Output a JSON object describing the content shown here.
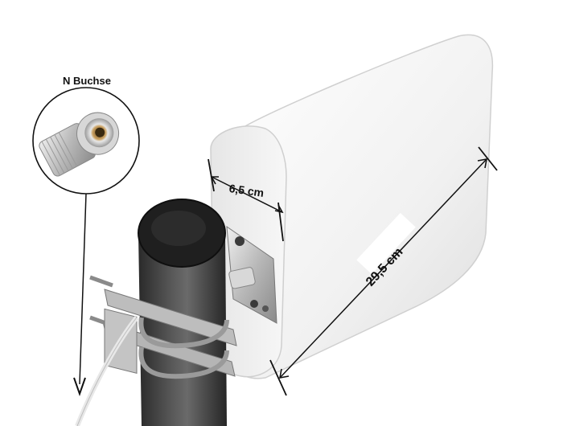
{
  "labels": {
    "connector": "N Buchse",
    "width": "6,5 cm",
    "length": "29,5 cm"
  },
  "colors": {
    "housing": "#f2f2f2",
    "mast": "#3a3a3a",
    "annotation": "#111111"
  }
}
